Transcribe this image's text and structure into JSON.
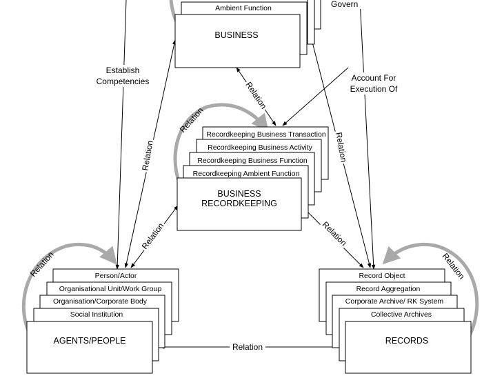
{
  "colors": {
    "stroke": "#000000",
    "arc": "#a9a9a9",
    "background": "#ffffff"
  },
  "business": {
    "title": "BUSINESS",
    "layers": [
      "Ambient Function"
    ]
  },
  "recordkeeping": {
    "title_line1": "BUSINESS",
    "title_line2": "RECORDKEEPING",
    "layers": [
      "Recordkeeping Business Transaction",
      "Recordkeeping Business Activity",
      "Recordkeeping Business Function",
      "Recordkeeping Ambient Function"
    ]
  },
  "agents": {
    "title": "AGENTS/PEOPLE",
    "layers": [
      "Person/Actor",
      "Organisational Unit/Work Group",
      "Organisation/Corporate Body",
      "Social Institution"
    ]
  },
  "records": {
    "title": "RECORDS",
    "layers": [
      "Record Object",
      "Record Aggregation",
      "Corporate Archive/ RK System",
      "Collective Archives"
    ]
  },
  "labels": {
    "govern": "Govern",
    "establish_line1": "Establish",
    "establish_line2": "Competencies",
    "account_line1": "Account For",
    "account_line2": "Execution Of",
    "relation": "Relation"
  }
}
